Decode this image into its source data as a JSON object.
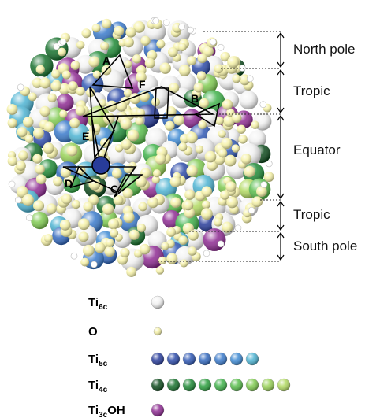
{
  "zones": [
    "North pole",
    "Tropic",
    "Equator",
    "Tropic",
    "South pole"
  ],
  "vertex_labels": [
    "A",
    "B",
    "C",
    "D",
    "E",
    "F"
  ],
  "legend": [
    {
      "base": "Ti",
      "sub": "6c",
      "suffix": "",
      "colors": [
        "#f2f2f2"
      ],
      "small": false
    },
    {
      "base": "O",
      "sub": "",
      "suffix": "",
      "colors": [
        "#f6f2a8"
      ],
      "small": true
    },
    {
      "base": "Ti",
      "sub": "5c",
      "suffix": "",
      "colors": [
        "#283c9a",
        "#2c4aa8",
        "#2f58b4",
        "#3168be",
        "#3a7acb",
        "#3e8ad3",
        "#4db3d2"
      ],
      "small": false
    },
    {
      "base": "Ti",
      "sub": "4c",
      "suffix": "",
      "colors": [
        "#0d4a1c",
        "#17702c",
        "#1f8a36",
        "#2a9e3d",
        "#3fb24a",
        "#58bd4b",
        "#7fca50",
        "#99d257",
        "#b2da62"
      ],
      "small": false
    },
    {
      "base": "Ti",
      "sub": "3c",
      "suffix": "OH",
      "colors": [
        "#8e2b92"
      ],
      "small": false
    }
  ],
  "colors": {
    "ti6c": "#f2f2f2",
    "oxygen": "#f6f2a8",
    "hydrogen": "#ffffff",
    "ti3coh": "#8e2b92"
  }
}
